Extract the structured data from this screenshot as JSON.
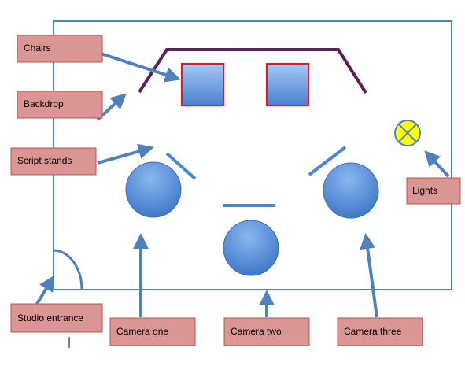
{
  "labels": {
    "chairs": "Chairs",
    "backdrop": "Backdrop",
    "script_stands": "Script stands",
    "lights": "Lights",
    "studio_entrance": "Studio entrance",
    "camera_one": "Camera one",
    "camera_two": "Camera two",
    "camera_three": "Camera three"
  },
  "colors": {
    "room_outline": "#4f81bd",
    "label_fill": "#d99694",
    "label_border": "#c0504d",
    "arrow": "#4f81bd",
    "backdrop": "#5c1f5c",
    "chair_border": "#e41a1a",
    "camera_fill": "#4a86d6",
    "script_stand": "#4a86d6",
    "light_fill": "#ffff00",
    "light_border": "#4f81bd"
  }
}
